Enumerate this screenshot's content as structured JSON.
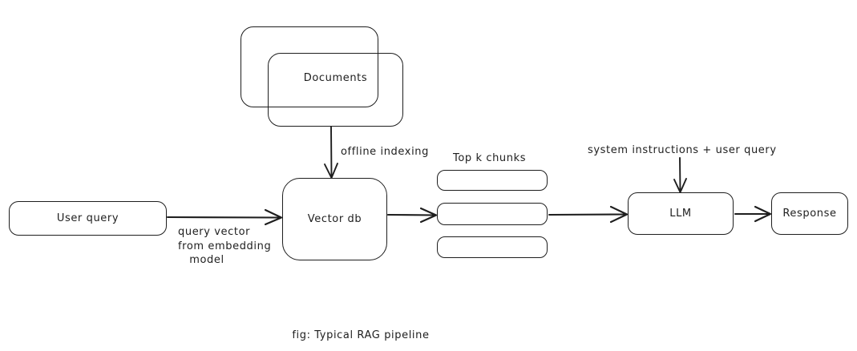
{
  "figure": {
    "caption": "fig: Typical RAG pipeline",
    "stroke_color": "#1e1e1e",
    "background_color": "#ffffff"
  },
  "nodes": {
    "documents_back": {
      "label": ""
    },
    "documents_front": {
      "label": "Documents"
    },
    "user_query": {
      "label": "User query"
    },
    "vector_db": {
      "label": "Vector db"
    },
    "llm": {
      "label": "LLM"
    },
    "response": {
      "label": "Response"
    },
    "chunks": [
      {
        "label": ""
      },
      {
        "label": ""
      },
      {
        "label": ""
      }
    ]
  },
  "edge_labels": {
    "offline_indexing": "offline indexing",
    "top_k_chunks": "Top k chunks",
    "system_instructions": "system instructions + user query",
    "query_vector": "query vector\nfrom embedding\n   model"
  },
  "chart_data": {
    "type": "flowchart",
    "title": "fig: Typical RAG pipeline",
    "nodes": [
      {
        "id": "documents",
        "label": "Documents",
        "shape": "stacked-rounded-rect"
      },
      {
        "id": "user_query",
        "label": "User query",
        "shape": "rounded-rect"
      },
      {
        "id": "vector_db",
        "label": "Vector db",
        "shape": "rounded-rect"
      },
      {
        "id": "chunks",
        "label": "Top k chunks",
        "shape": "three-stacked-bars"
      },
      {
        "id": "llm",
        "label": "LLM",
        "shape": "rounded-rect"
      },
      {
        "id": "response",
        "label": "Response",
        "shape": "rounded-rect"
      }
    ],
    "edges": [
      {
        "from": "documents",
        "to": "vector_db",
        "label": "offline indexing",
        "direction": "down"
      },
      {
        "from": "user_query",
        "to": "vector_db",
        "label": "query vector from embedding model",
        "direction": "right"
      },
      {
        "from": "vector_db",
        "to": "chunks",
        "label": "",
        "direction": "right"
      },
      {
        "from": "chunks",
        "to": "llm",
        "label": "",
        "direction": "right"
      },
      {
        "from": "system_instructions",
        "to": "llm",
        "label": "system instructions + user query",
        "direction": "down"
      },
      {
        "from": "llm",
        "to": "response",
        "label": "",
        "direction": "right"
      }
    ]
  }
}
